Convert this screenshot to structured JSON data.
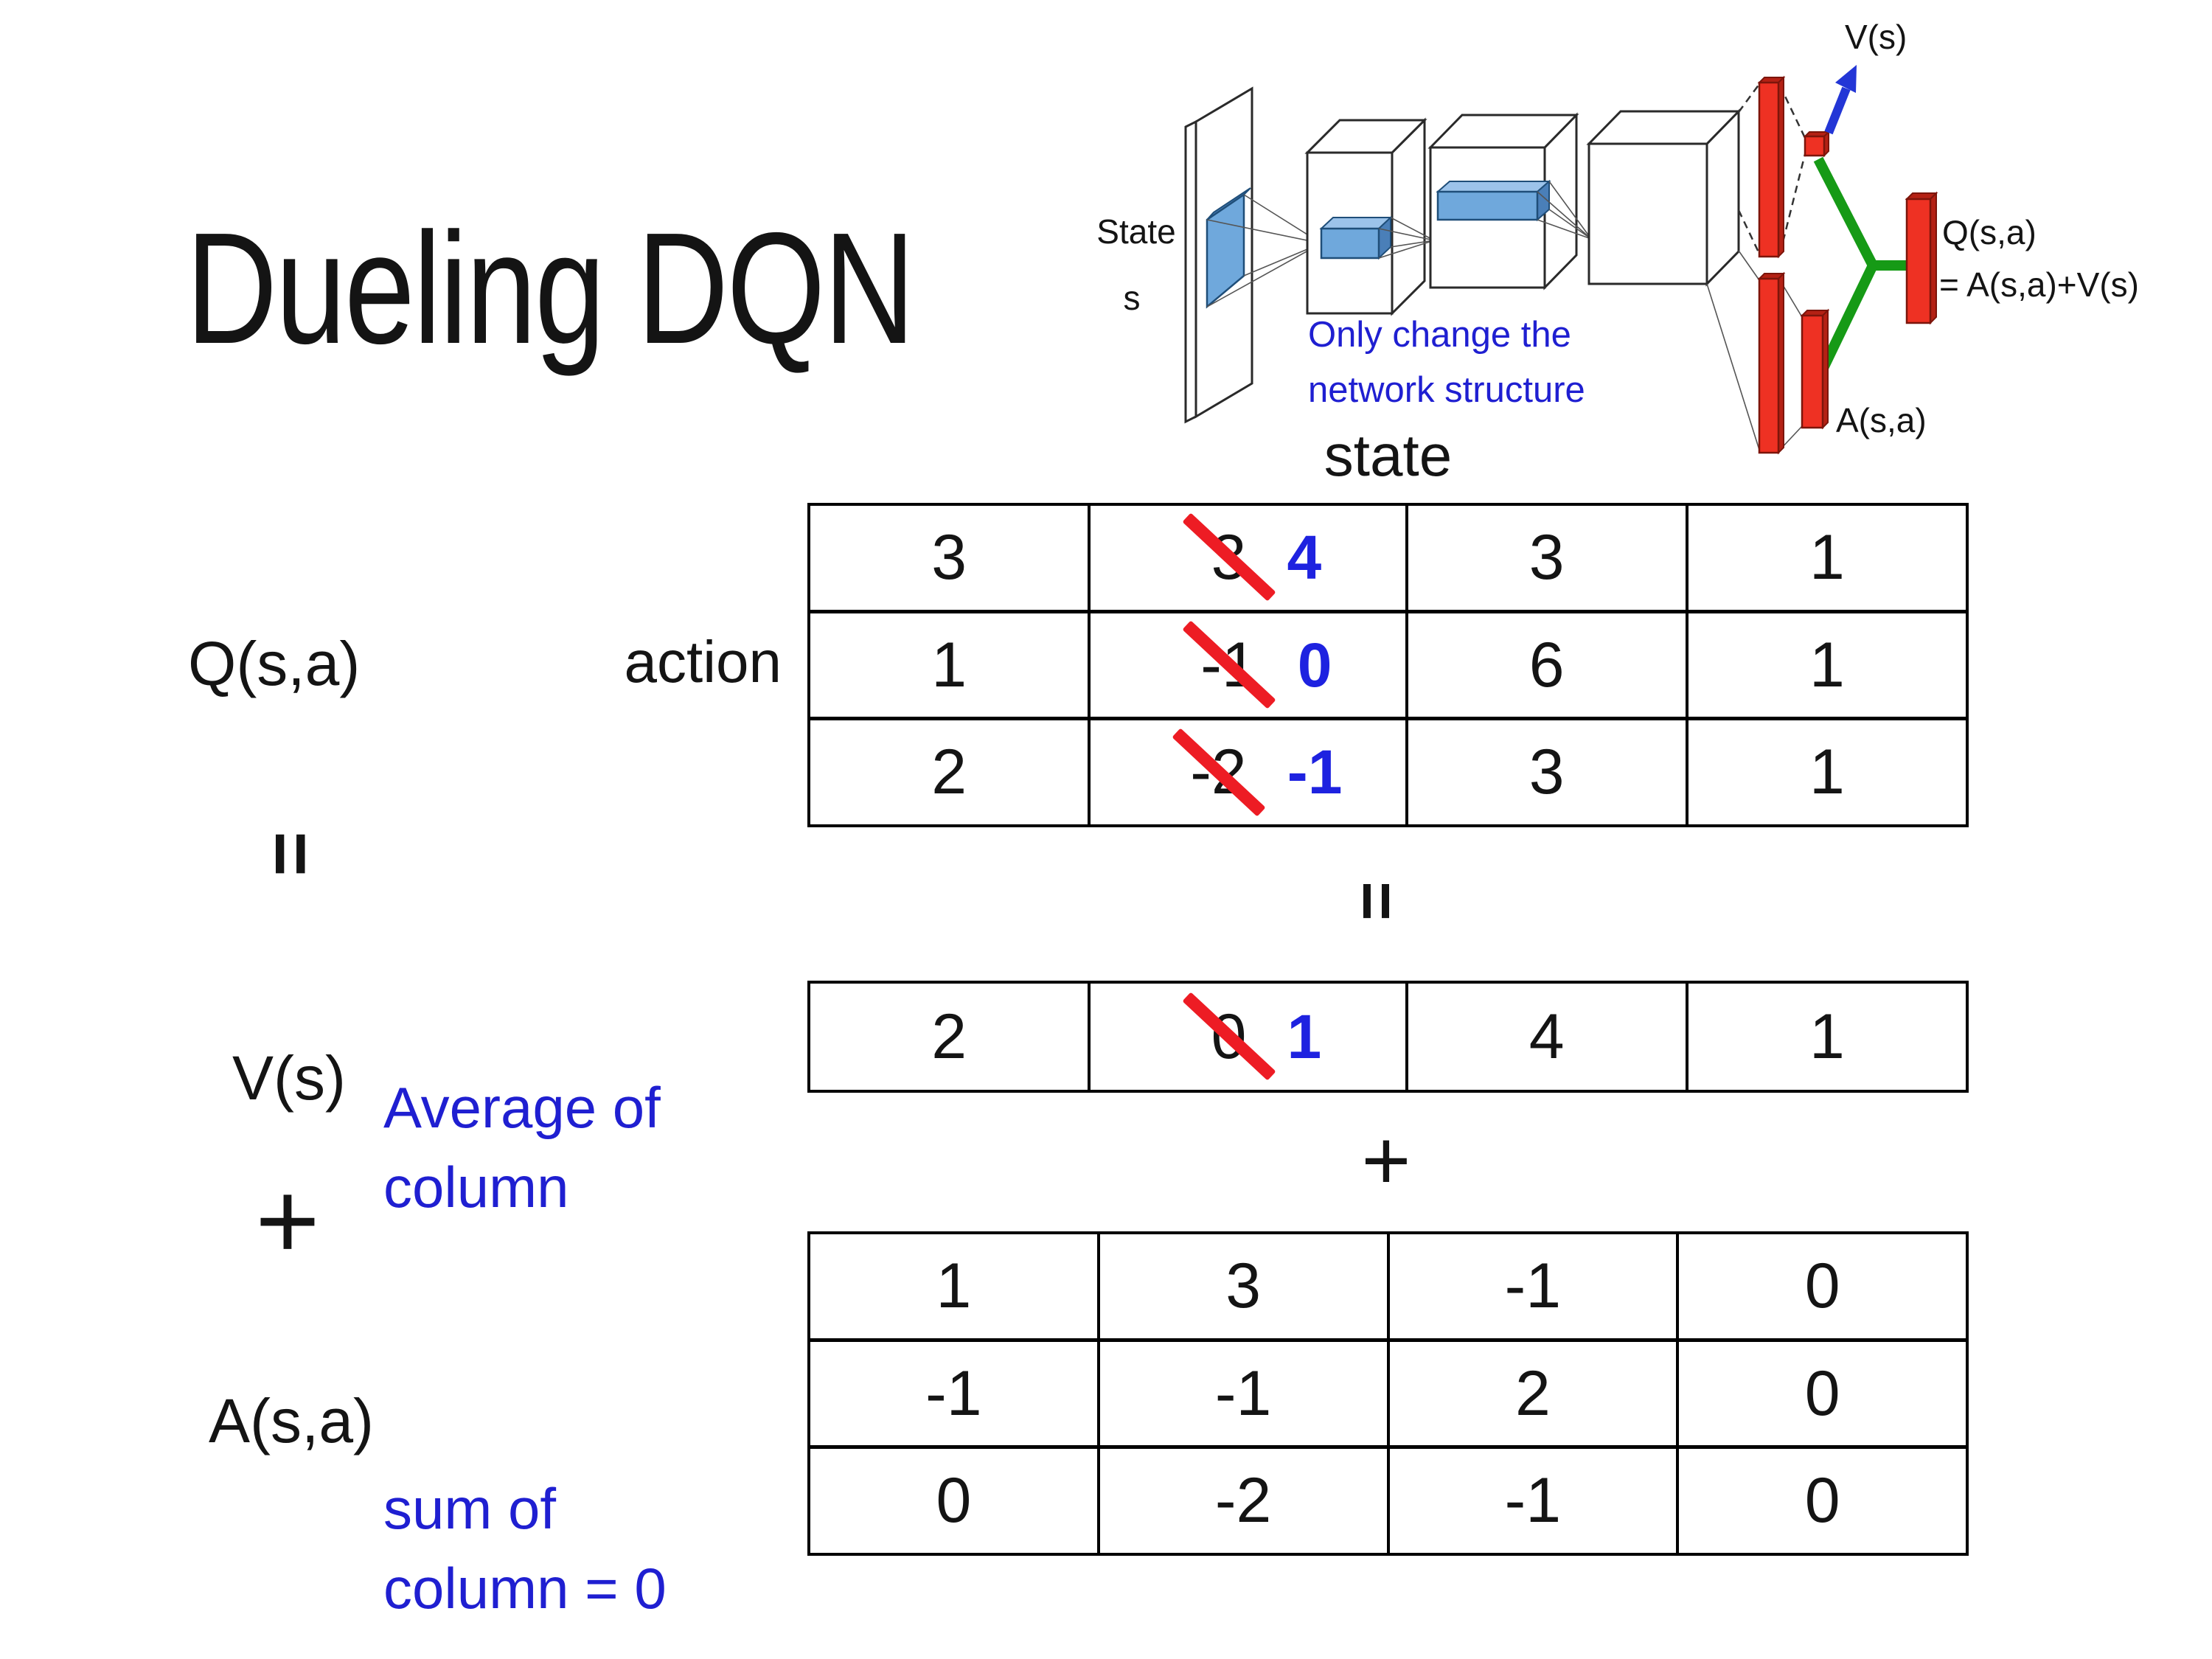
{
  "slide": {
    "title": "Dueling DQN"
  },
  "colors": {
    "ink": "#141414",
    "annotation_blue": "#1f1fd1",
    "number_blue": "#1e22e0",
    "strike_red": "#ed1c24",
    "bar_red": "#ee3123",
    "bar_red_dark": "#b42114",
    "bar_red_edge": "#7c150b",
    "green": "#169a16",
    "arrow_blue": "#2336d6",
    "box_blue": "#6fa8dc",
    "box_blue_light": "#9cc3ea",
    "box_blue_dark": "#4a7fb8",
    "box_edge": "#1f4e79"
  },
  "diagram": {
    "state_line1": "State",
    "state_line2": "s",
    "note_line1": "Only change the",
    "note_line2": "network structure",
    "v_label": "V(s)",
    "q_label_line1": "Q(s,a)",
    "q_label_line2": "= A(s,a)+V(s)",
    "a_label": "A(s,a)"
  },
  "equation": {
    "q_label": "Q(s,a)",
    "v_label": "V(s)",
    "a_label": "A(s,a)",
    "equals": "=",
    "plus": "+",
    "state_header": "state",
    "action_header": "action",
    "avg_note": "Average of\ncolumn",
    "sum_note": "sum of\ncolumn = 0"
  },
  "tables": {
    "q": {
      "rows": [
        [
          "3",
          {
            "old": "3",
            "new": "4"
          },
          "3",
          "1"
        ],
        [
          "1",
          {
            "old": "-1",
            "new": "0"
          },
          "6",
          "1"
        ],
        [
          "2",
          {
            "old": "-2",
            "new": "-1"
          },
          "3",
          "1"
        ]
      ]
    },
    "v": {
      "rows": [
        [
          "2",
          {
            "old": "0",
            "new": "1"
          },
          "4",
          "1"
        ]
      ]
    },
    "a": {
      "rows": [
        [
          "1",
          "3",
          "-1",
          "0"
        ],
        [
          "-1",
          "-1",
          "2",
          "0"
        ],
        [
          "0",
          "-2",
          "-1",
          "0"
        ]
      ]
    }
  }
}
